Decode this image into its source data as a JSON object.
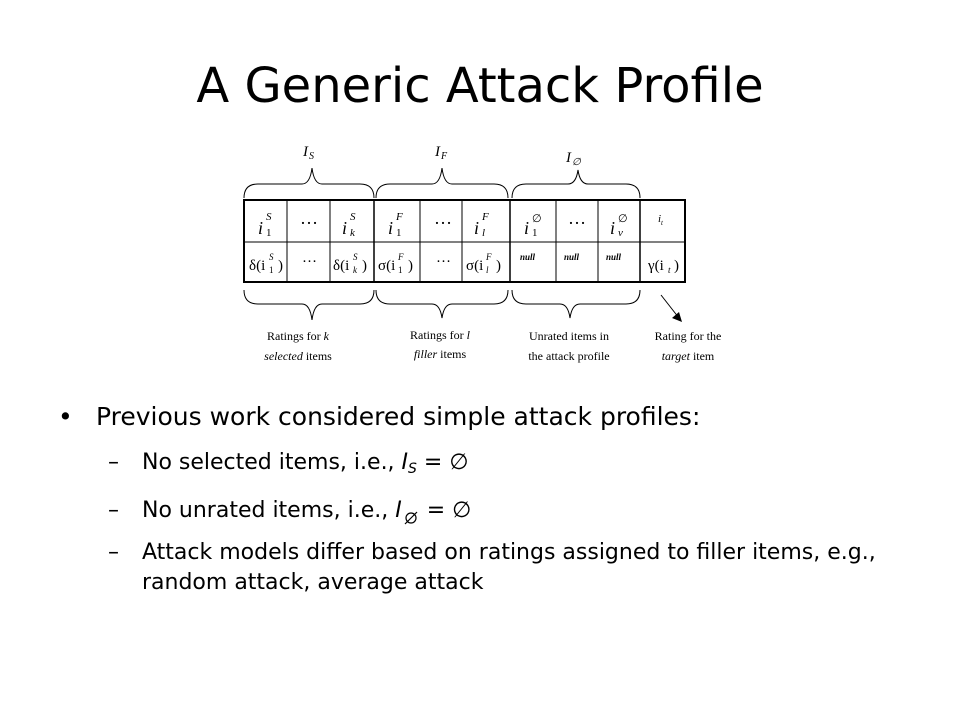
{
  "slide": {
    "title": "A Generic Attack Profile"
  },
  "diagram": {
    "group_labels": {
      "selected": "I",
      "selected_sub": "S",
      "filler": "I",
      "filler_sub": "F",
      "unrated": "I",
      "unrated_sub": "∅"
    },
    "header_row": {
      "sel_first": "i",
      "sel_first_sup": "S",
      "sel_first_sub": "1",
      "sel_dots": "…",
      "sel_last": "i",
      "sel_last_sup": "S",
      "sel_last_sub": "k",
      "fil_first": "i",
      "fil_first_sup": "F",
      "fil_first_sub": "1",
      "fil_dots": "…",
      "fil_last": "i",
      "fil_last_sup": "F",
      "fil_last_sub": "l",
      "unr_first": "i",
      "unr_first_sup": "∅",
      "unr_first_sub": "1",
      "unr_dots": "…",
      "unr_last": "i",
      "unr_last_sup": "∅",
      "unr_last_sub": "v",
      "target": "i",
      "target_sub": "t"
    },
    "rating_row": {
      "sel_first": "δ(i",
      "sel_first_sup": "S",
      "sel_first_sub": "1",
      "sel_first_close": ")",
      "sel_dots": "…",
      "sel_last": "δ(i",
      "sel_last_sup": "S",
      "sel_last_sub": "k",
      "sel_last_close": ")",
      "fil_first": "σ(i",
      "fil_first_sup": "F",
      "fil_first_sub": "1",
      "fil_first_close": ")",
      "fil_dots": "…",
      "fil_last": "σ(i",
      "fil_last_sup": "F",
      "fil_last_sub": "l",
      "fil_last_close": ")",
      "null1": "null",
      "null2": "null",
      "null3": "null",
      "target": "γ(i",
      "target_sub": "t",
      "target_close": ")"
    },
    "captions": {
      "selected_1a": "Ratings for ",
      "selected_1b": "k",
      "selected_2a": "selected",
      "selected_2b": " items",
      "filler_1a": "Ratings for ",
      "filler_1b": "l",
      "filler_2a": "filler",
      "filler_2b": " items",
      "unrated_1": "Unrated items in",
      "unrated_2": "the attack profile",
      "target_1": "Rating for the",
      "target_2a": "target",
      "target_2b": " item"
    }
  },
  "bullets": {
    "main": "Previous work considered simple attack profiles:",
    "sub1_pre": "No selected items, i.e., ",
    "sub1_var": "I",
    "sub1_sub": "S",
    "sub1_post": " = ∅",
    "sub2_pre": "No unrated items, i.e., ",
    "sub2_var": "I",
    "sub2_post": " = ∅",
    "sub3": "Attack models differ based on ratings assigned to filler items, e.g., random attack, average attack"
  }
}
